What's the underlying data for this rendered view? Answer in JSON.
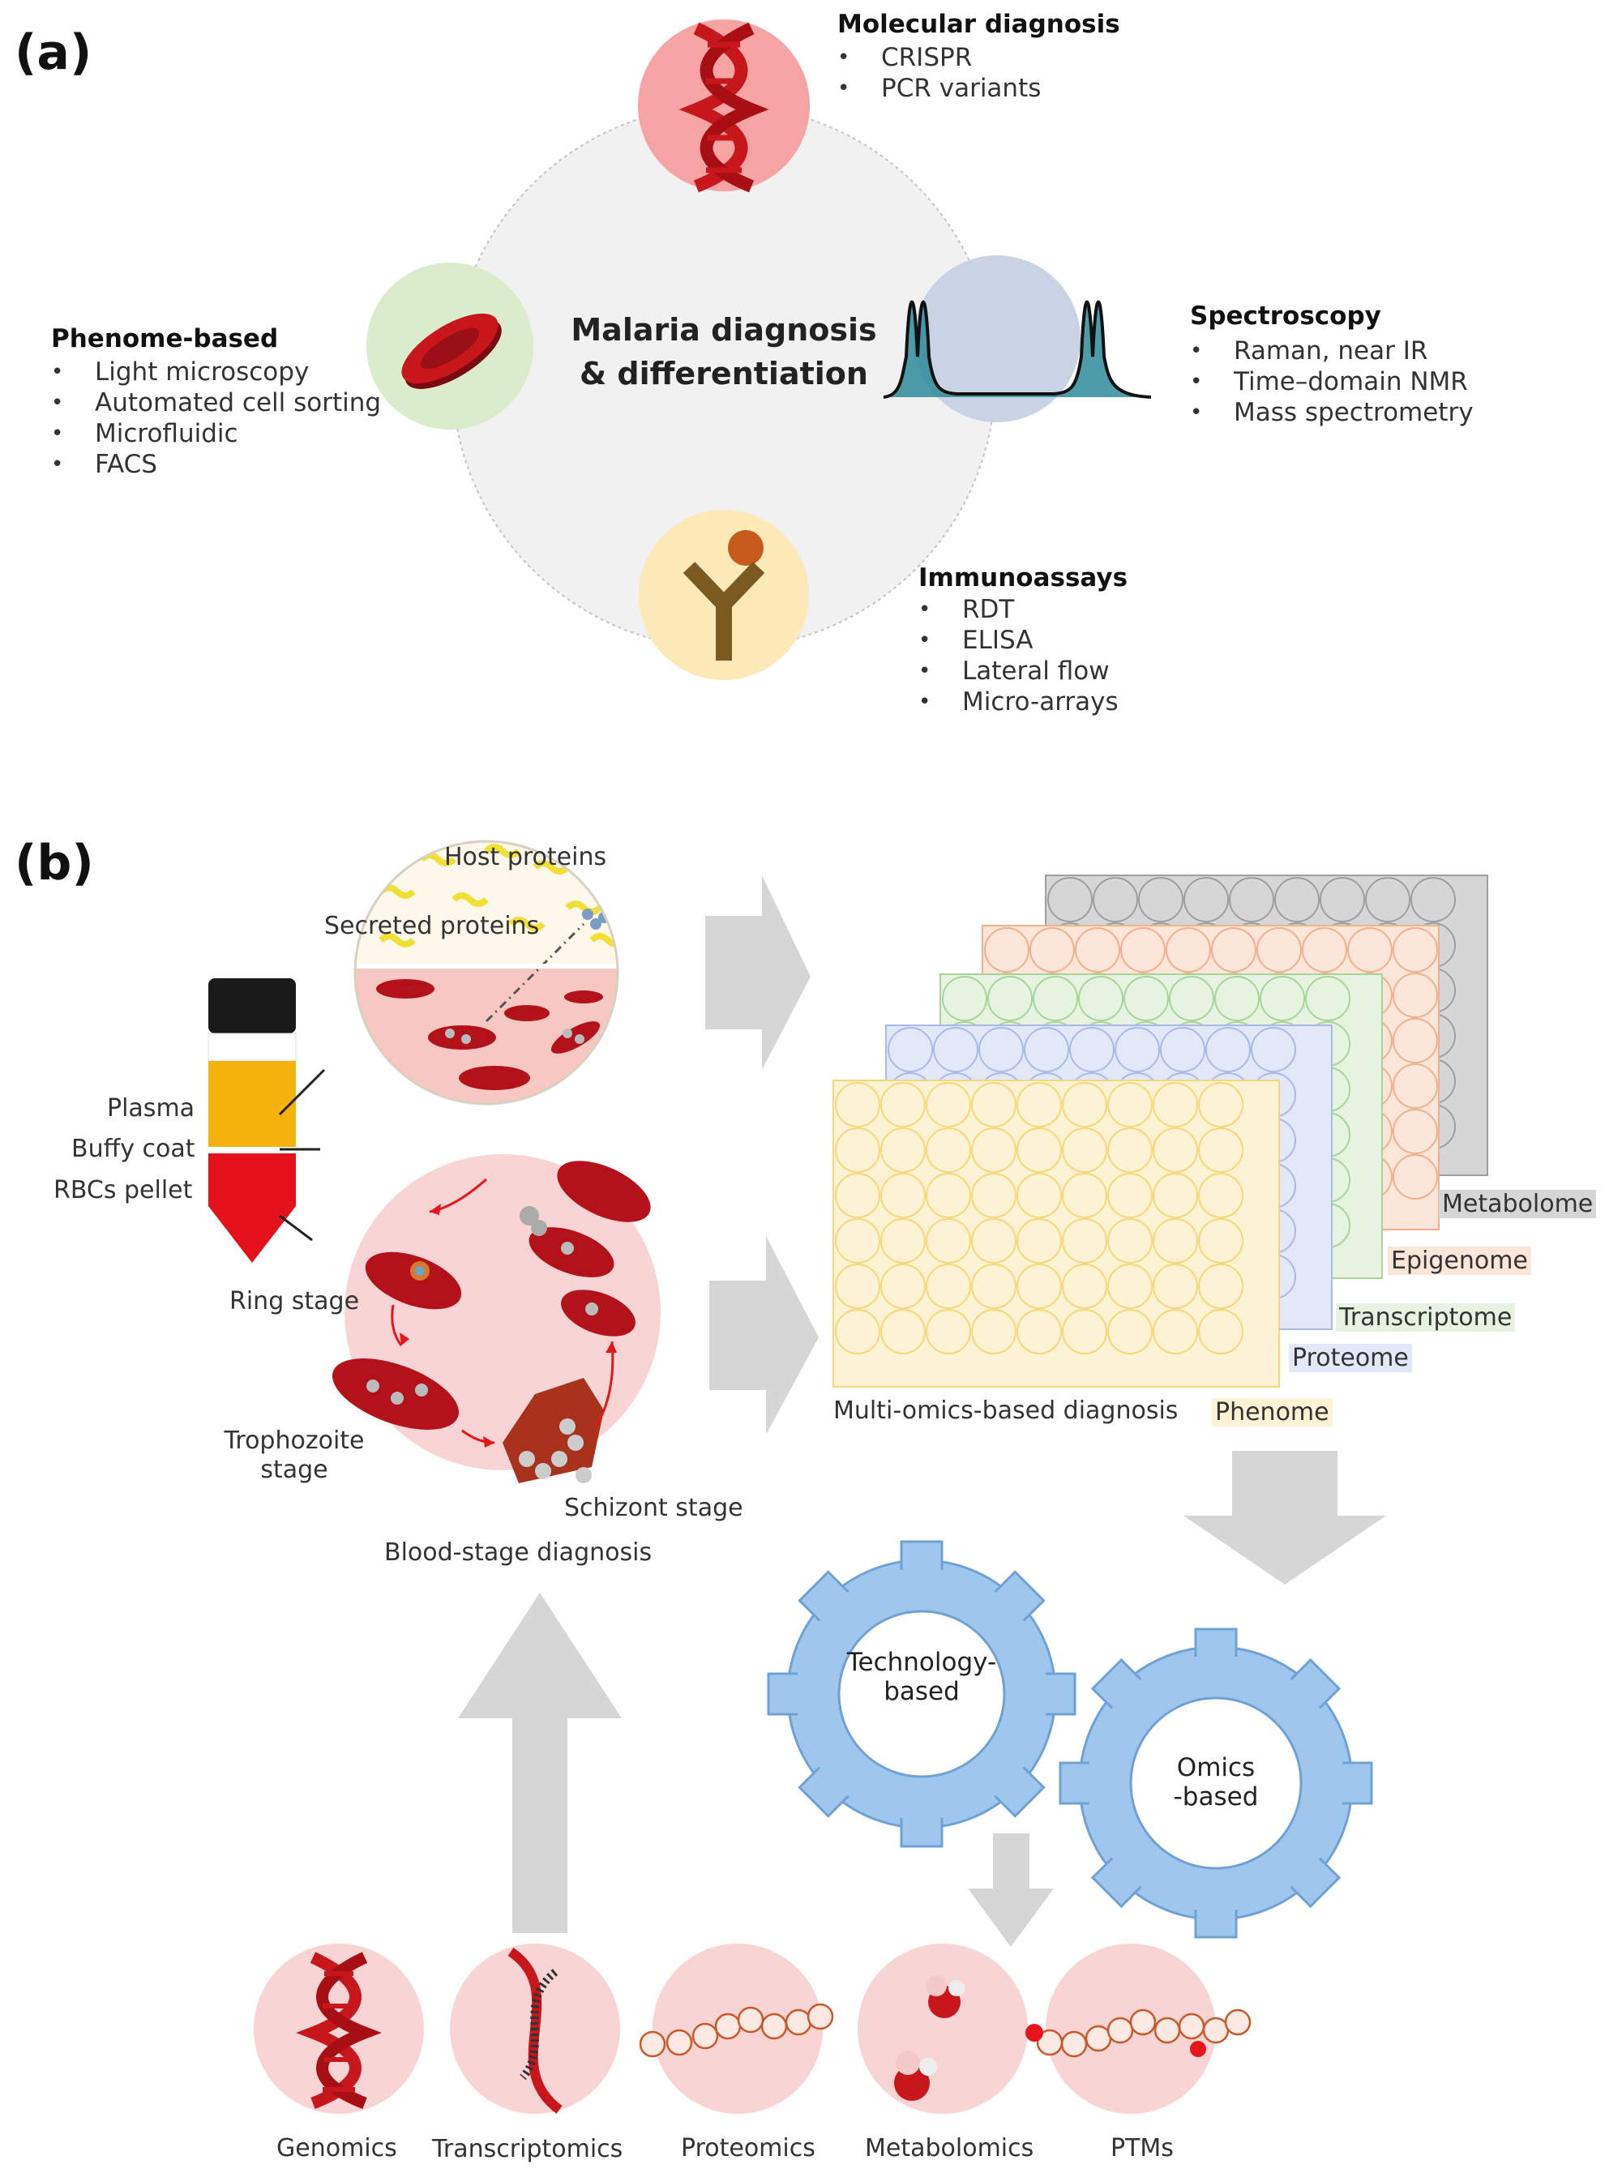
{
  "panel_a": {
    "label": "(a)",
    "center_title": [
      "Malaria diagnosis",
      "& differentiation"
    ],
    "categories": {
      "molecular": {
        "title": "Molecular diagnosis",
        "items": [
          "CRISPR",
          "PCR variants"
        ]
      },
      "spectroscopy": {
        "title": "Spectroscopy",
        "items": [
          "Raman, near IR",
          "Time–domain NMR",
          "Mass spectrometry"
        ]
      },
      "phenome": {
        "title": "Phenome-based",
        "items": [
          "Light microscopy",
          "Automated cell sorting",
          "Microfluidic",
          "FACS"
        ]
      },
      "immuno": {
        "title": "Immunoassays",
        "items": [
          "RDT",
          "ELISA",
          "Lateral flow",
          "Micro-arrays"
        ]
      }
    }
  },
  "panel_b": {
    "label": "(b)",
    "host_proteins": "Host proteins",
    "secreted_proteins": "Secreted proteins",
    "tube": {
      "plasma": "Plasma",
      "buffy": "Buffy coat",
      "rbc": "RBCs pellet"
    },
    "stages": {
      "ring": "Ring stage",
      "trophozoite": [
        "Trophozoite",
        "stage"
      ],
      "schizont": "Schizont stage"
    },
    "blood_stage": "Blood-stage diagnosis",
    "multi_omics": "Multi-omics-based diagnosis",
    "layers": [
      {
        "name": "Metabolome",
        "color": "#9e9e9e",
        "fill": "#d6d6d6"
      },
      {
        "name": "Epigenome",
        "color": "#f2b08a",
        "fill": "#fce6da"
      },
      {
        "name": "Transcriptome",
        "color": "#a8d49a",
        "fill": "#e6f3e0"
      },
      {
        "name": "Proteome",
        "color": "#a9b9e8",
        "fill": "#e2e8f8"
      },
      {
        "name": "Phenome",
        "color": "#f5d77a",
        "fill": "#fdf3d4"
      }
    ],
    "gears": {
      "technology": [
        "Technology-",
        "based"
      ],
      "omics": [
        "Omics",
        "-based"
      ]
    },
    "omics_row": [
      "Genomics",
      "Transcriptomics",
      "Proteomics",
      "Metabolomics",
      "PTMs"
    ]
  },
  "colors": {
    "dna_red": "#c8161d",
    "rbc_red": "#b3121a",
    "molecular_bg": "#f5a3a3",
    "spectro_bg": "#c9d3e4",
    "phenome_bg": "#dbeccd",
    "immuno_bg": "#fde9b8",
    "arrow_grey": "#d0d0d0",
    "gear_blue": "#9fc7ee",
    "omic_circle": "#f9d4d4"
  }
}
